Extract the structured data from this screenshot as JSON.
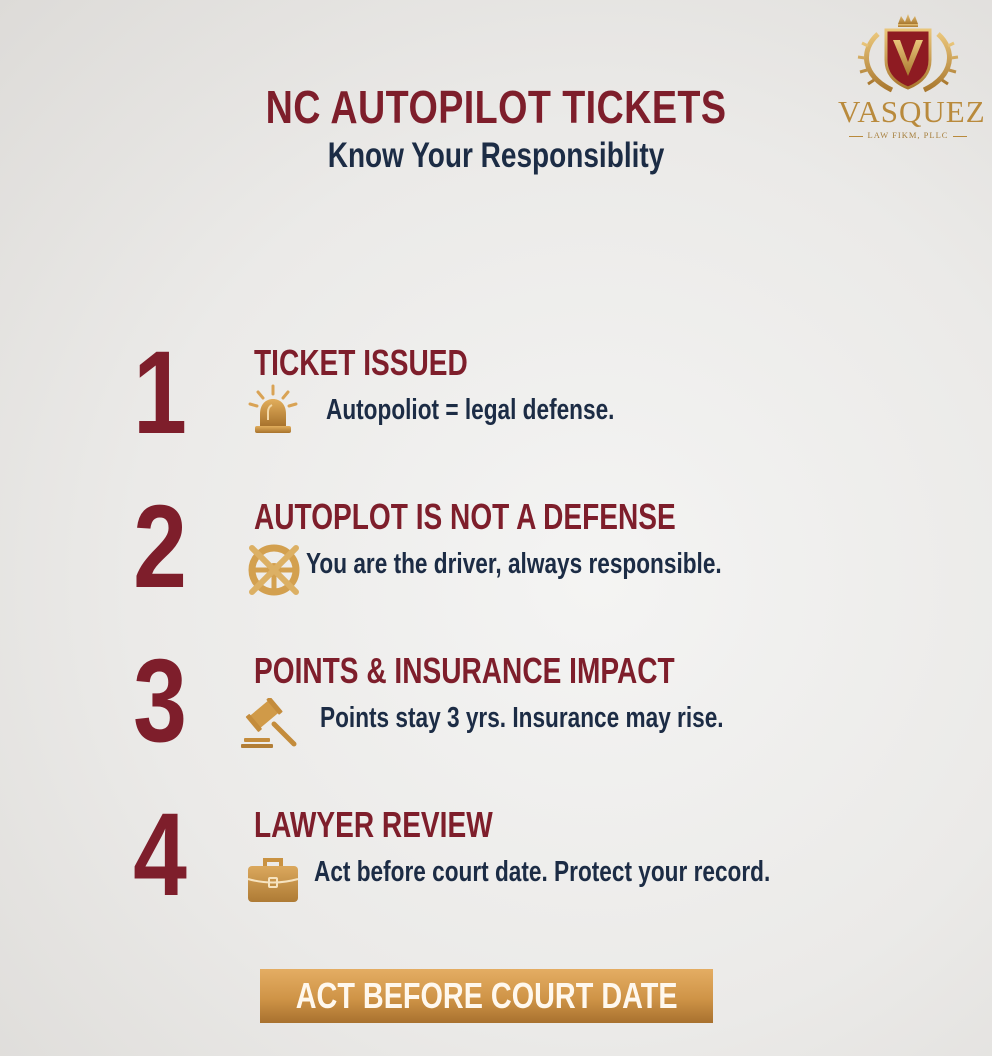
{
  "logo": {
    "name": "VASQUEZ",
    "subtitle": "LAW FIKM, PLLC",
    "icon": "crest-shield-icon"
  },
  "header": {
    "title": "NC AUTOPILOT TICKETS",
    "subtitle": "Know Your Responsiblity"
  },
  "steps": [
    {
      "number": "1",
      "heading": "TICKET ISSUED",
      "icon": "siren-icon",
      "text": "Autopoliot = legal defense."
    },
    {
      "number": "2",
      "heading": "AUTOPLOT IS NOT A DEFENSE",
      "icon": "steering-wheel-crossed-icon",
      "text": "You are the driver, always responsible."
    },
    {
      "number": "3",
      "heading": "POINTS & INSURANCE IMPACT",
      "icon": "gavel-icon",
      "text": "Points stay 3 yrs. Insurance may rise."
    },
    {
      "number": "4",
      "heading": "LAWYER REVIEW",
      "icon": "briefcase-icon",
      "text": "Act before court date. Protect your record."
    }
  ],
  "cta": {
    "label": "ACT BEFORE COURT DATE"
  },
  "colors": {
    "primary_red": "#7e1e2b",
    "navy": "#1c2c45",
    "gold": "#c99242",
    "background": "#ebeae8"
  }
}
